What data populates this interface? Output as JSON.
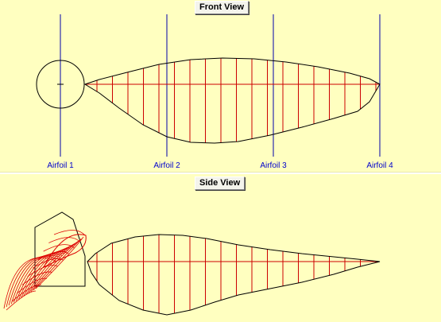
{
  "front_view": {
    "title": "Front View",
    "airfoils": [
      {
        "label": "Airfoil 1"
      },
      {
        "label": "Airfoil 2"
      },
      {
        "label": "Airfoil 3"
      },
      {
        "label": "Airfoil 4"
      }
    ]
  },
  "side_view": {
    "title": "Side View"
  },
  "colors": {
    "background": "#FFFFC0",
    "outline": "#000000",
    "station_lines": "#CC0000",
    "airfoil_lines": "#0000AA",
    "wireframe": "#DD0000"
  }
}
